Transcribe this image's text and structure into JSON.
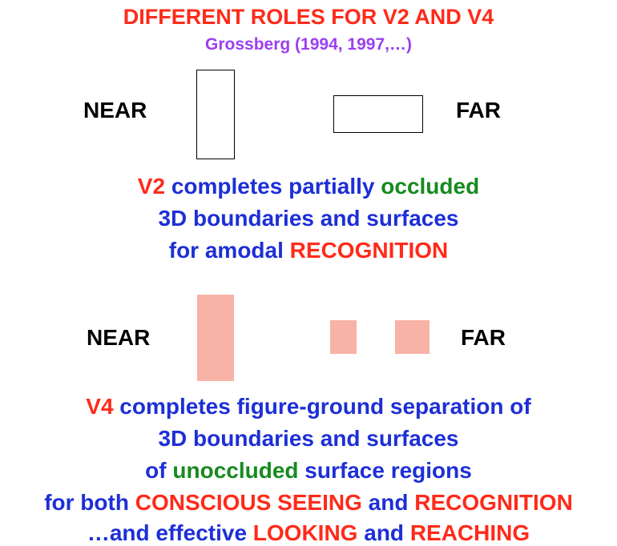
{
  "header": {
    "title": "DIFFERENT ROLES FOR V2 AND V4",
    "citation": "Grossberg (1994, 1997,…)"
  },
  "panel_top": {
    "near_label": "NEAR",
    "far_label": "FAR",
    "lines": [
      [
        {
          "text": "V2",
          "color": "red"
        },
        {
          "text": " completes partially ",
          "color": "blue"
        },
        {
          "text": "occluded",
          "color": "green"
        }
      ],
      [
        {
          "text": "3D boundaries and surfaces",
          "color": "blue"
        }
      ],
      [
        {
          "text": "for amodal ",
          "color": "blue"
        },
        {
          "text": "RECOGNITION",
          "color": "red"
        }
      ]
    ]
  },
  "panel_bottom": {
    "near_label": "NEAR",
    "far_label": "FAR",
    "lines": [
      [
        {
          "text": "V4",
          "color": "red"
        },
        {
          "text": " completes figure-ground separation of",
          "color": "blue"
        }
      ],
      [
        {
          "text": "3D boundaries and surfaces",
          "color": "blue"
        }
      ],
      [
        {
          "text": "of ",
          "color": "blue"
        },
        {
          "text": "unoccluded",
          "color": "green"
        },
        {
          "text": " surface regions",
          "color": "blue"
        }
      ],
      [
        {
          "text": "for both ",
          "color": "blue"
        },
        {
          "text": "CONSCIOUS SEEING",
          "color": "red"
        },
        {
          "text": " and ",
          "color": "blue"
        },
        {
          "text": "RECOGNITION",
          "color": "red"
        }
      ],
      [
        {
          "text": "…and effective ",
          "color": "blue"
        },
        {
          "text": "LOOKING",
          "color": "red"
        },
        {
          "text": " and ",
          "color": "blue"
        },
        {
          "text": "REACHING",
          "color": "red"
        }
      ]
    ]
  },
  "colors": {
    "red": "#ff2a1a",
    "blue": "#1d2fd6",
    "green": "#178a1f",
    "purple": "#9b3ff0",
    "salmon": "#f7b3a6"
  }
}
